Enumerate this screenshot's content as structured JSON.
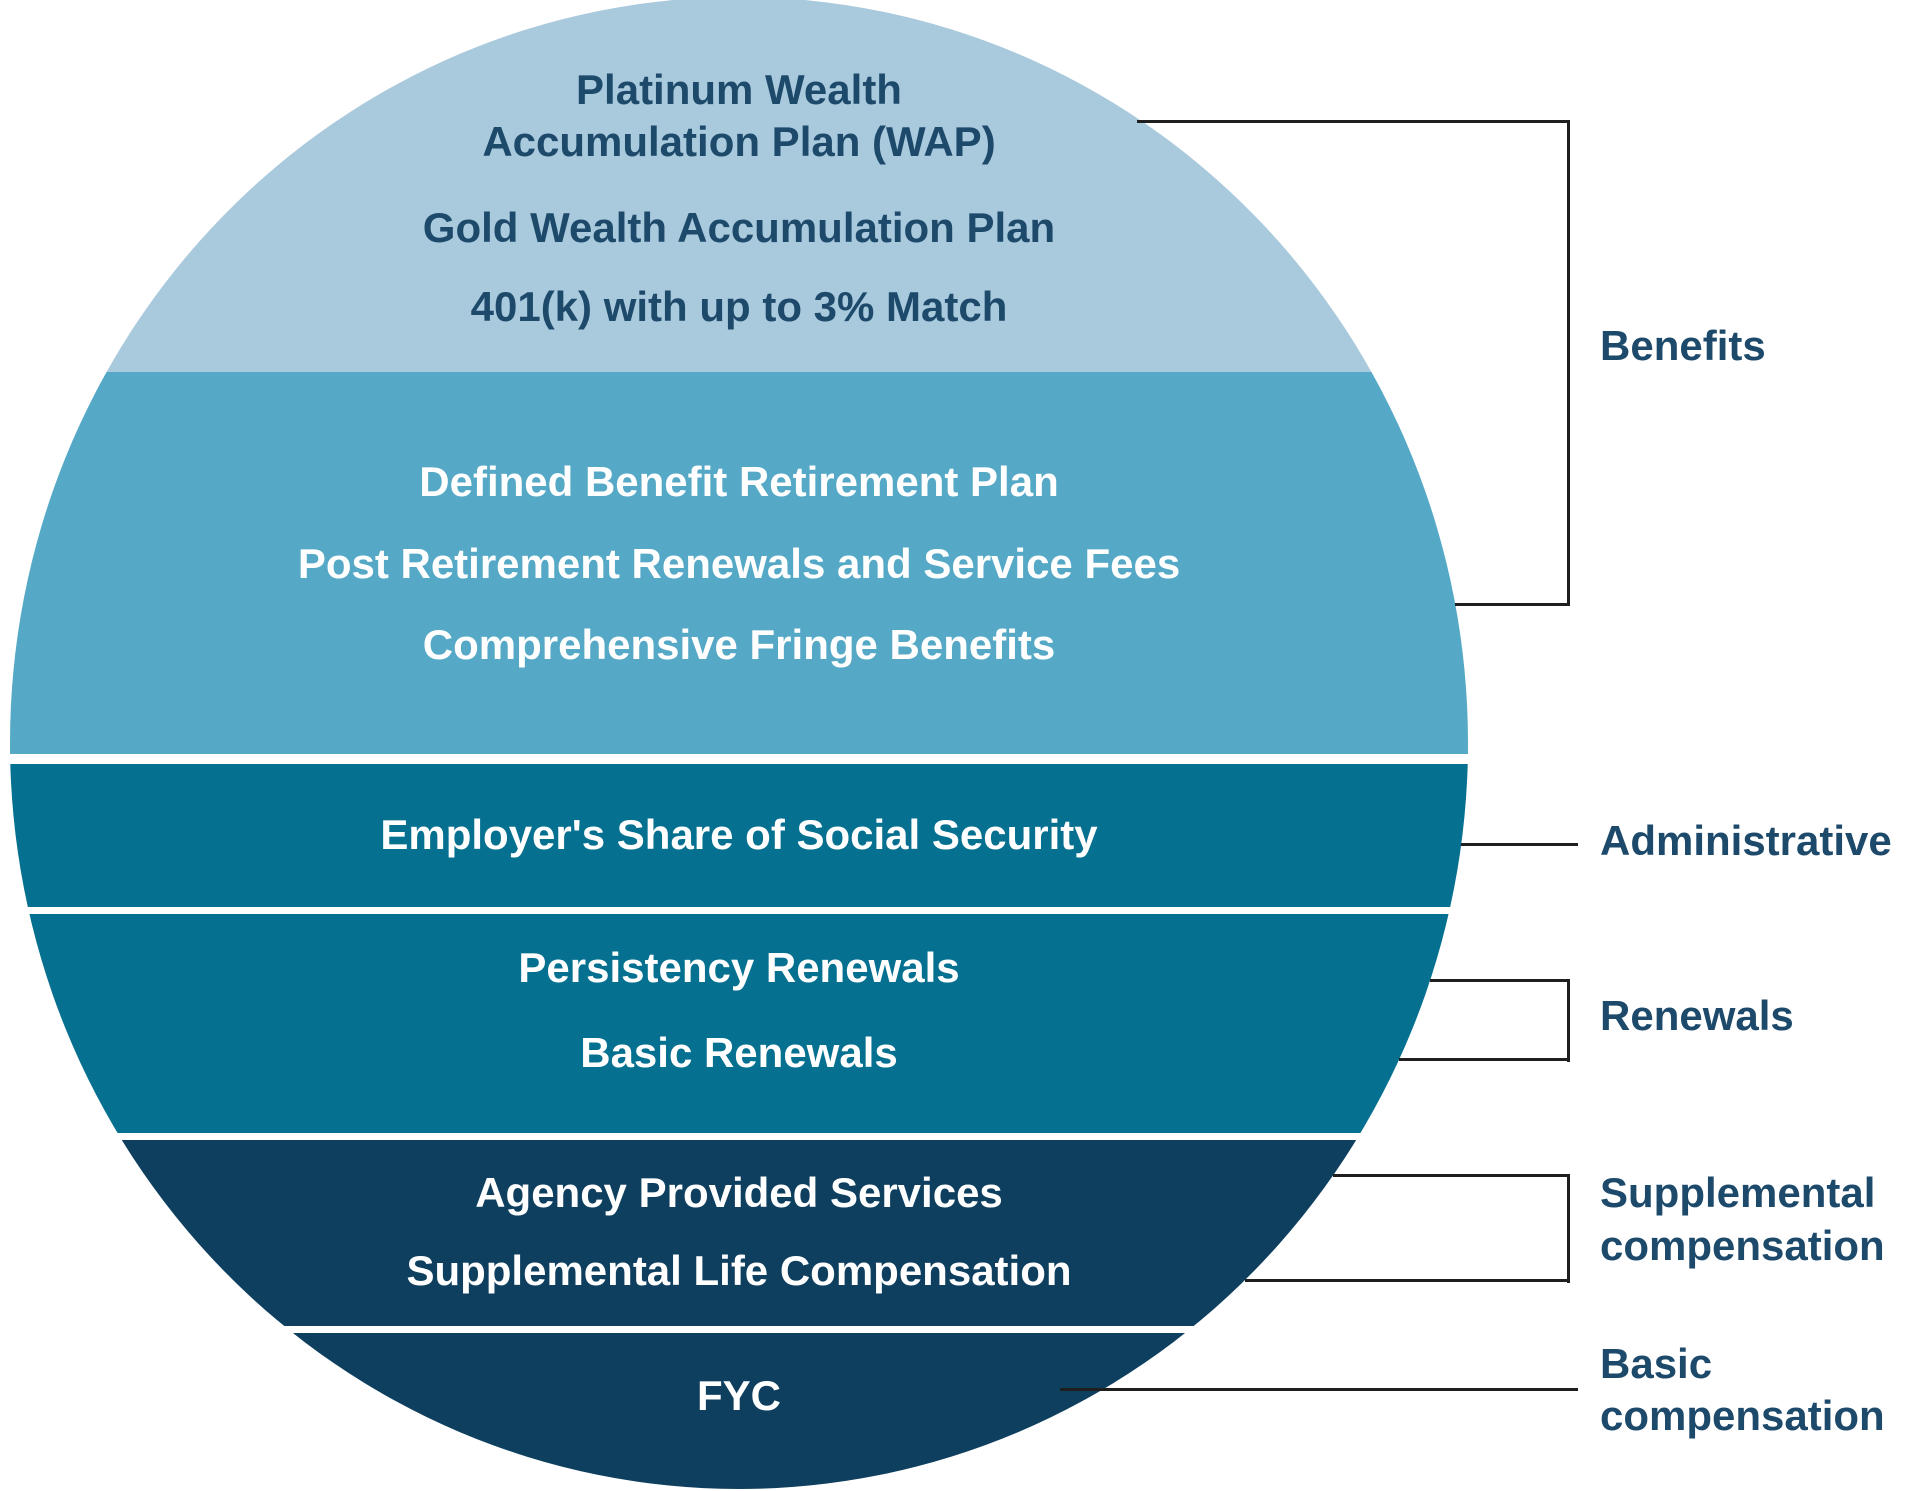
{
  "wheel": {
    "bands": [
      {
        "name": "benefits-plans",
        "fill": "#a9c9dc",
        "text_color": "#1d4a6b",
        "lines": [
          "Platinum Wealth",
          "Accumulation Plan (WAP)",
          "Gold Wealth Accumulation Plan",
          "401(k) with up to 3% Match"
        ]
      },
      {
        "name": "benefits-retirement",
        "fill": "#55a9c6",
        "text_color": "#ffffff",
        "lines": [
          "Defined Benefit Retirement Plan",
          "Post Retirement Renewals and Service Fees",
          "Comprehensive Fringe Benefits"
        ]
      },
      {
        "name": "administrative",
        "fill": "#05708f",
        "text_color": "#ffffff",
        "lines": [
          "Employer's Share of Social Security"
        ]
      },
      {
        "name": "renewals",
        "fill": "#05708f",
        "text_color": "#ffffff",
        "lines": [
          "Persistency Renewals",
          "Basic Renewals"
        ]
      },
      {
        "name": "supplemental-compensation",
        "fill": "#0e3f5f",
        "text_color": "#ffffff",
        "lines": [
          "Agency Provided Services",
          "Supplemental Life Compensation"
        ]
      },
      {
        "name": "basic-compensation",
        "fill": "#0e3f5f",
        "text_color": "#ffffff",
        "lines": [
          "FYC"
        ]
      }
    ]
  },
  "callouts": {
    "benefits": {
      "label": "Benefits"
    },
    "administrative": {
      "label": "Administrative"
    },
    "renewals": {
      "label": "Renewals"
    },
    "supplemental": {
      "lines": [
        "Supplemental",
        "compensation"
      ]
    },
    "basic": {
      "lines": [
        "Basic",
        "compensation"
      ]
    }
  },
  "colors": {
    "bracket_line": "#1f1f1f",
    "label_text": "#1d4a6b",
    "background": "#ffffff"
  }
}
